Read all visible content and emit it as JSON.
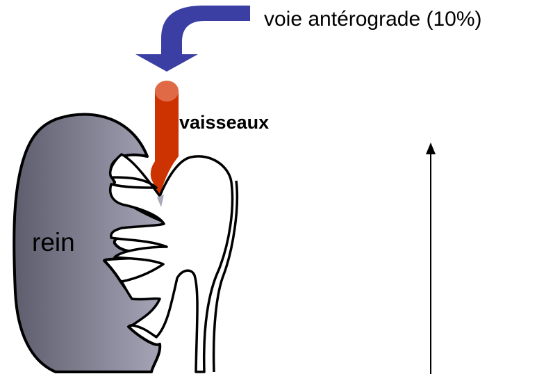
{
  "labels": {
    "route": "voie antérograde (10%)",
    "vessels": "vaisseaux",
    "kidney": "rein"
  },
  "colors": {
    "arrow": "#3b3fa3",
    "vessel": "#cc3300",
    "vessel_top": "#e06a45",
    "kidney_dark": "#5d5d6e",
    "kidney_light": "#a9a9bb",
    "outline": "#000000"
  },
  "icons": {
    "route_arrow": "curved-down-arrow-icon",
    "direction_arrow": "up-arrow-icon"
  }
}
